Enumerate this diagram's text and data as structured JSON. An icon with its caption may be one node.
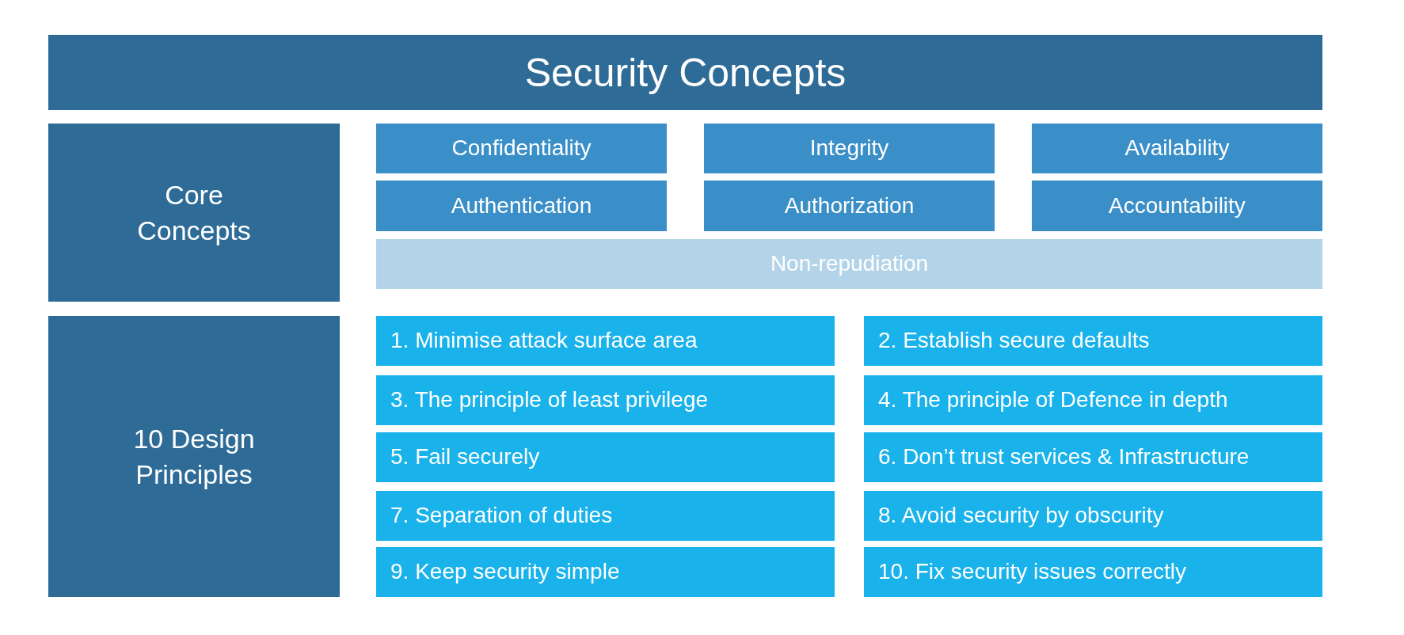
{
  "diagram": {
    "title": "Security Concepts",
    "nodes": [
      {
        "text": [
          "Core Concepts"
        ]
      },
      {
        "text": [
          "10 Design Principles"
        ]
      },
      {
        "text": [
          "Confidentiality"
        ]
      },
      {
        "text": [
          "Integrity"
        ]
      },
      {
        "text": [
          "Availability"
        ]
      },
      {
        "text": [
          "Authentication"
        ]
      },
      {
        "text": [
          "Authorization"
        ]
      },
      {
        "text": [
          "Accountability"
        ]
      },
      {
        "text": [
          "Non-repudiation"
        ]
      },
      {
        "text": [
          "1. Minimise attack surface area"
        ]
      },
      {
        "text": [
          "2. Establish secure defaults"
        ]
      },
      {
        "text": [
          "3. The principle of least privilege"
        ]
      },
      {
        "text": [
          "4. The principle of Defence in depth"
        ]
      },
      {
        "text": [
          "5. Fail securely"
        ]
      },
      {
        "text": [
          "6. Don’t trust services & Infrastructure"
        ]
      },
      {
        "text": [
          "7. Separation of duties"
        ]
      },
      {
        "text": [
          "8. Avoid security by obscurity"
        ]
      },
      {
        "text": [
          "9. Keep security simple"
        ]
      },
      {
        "text": [
          "10. Fix security issues correctly"
        ]
      }
    ]
  }
}
